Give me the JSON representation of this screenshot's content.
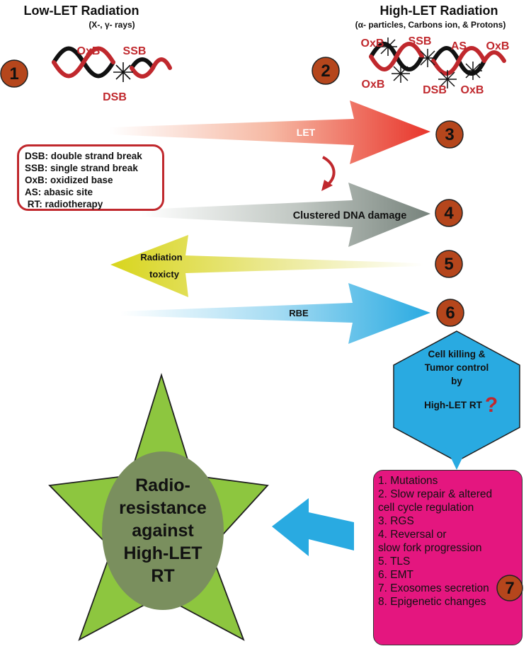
{
  "low_let": {
    "title": "Low-LET Radiation",
    "subtitle": "(X-, γ- rays)",
    "number": "1",
    "damage_labels": [
      "OxB",
      "SSB",
      "DSB"
    ]
  },
  "high_let": {
    "title": "High-LET Radiation",
    "subtitle": "(α- particles, Carbons ion, & Protons)",
    "number": "2",
    "damage_labels": [
      "OxB",
      "SSB",
      "AS",
      "OxB",
      "OxB",
      "DSB",
      "OxB"
    ]
  },
  "arrows": [
    {
      "number": "3",
      "label": "LET",
      "direction": "right",
      "color": "#e8352b"
    },
    {
      "number": "4",
      "label": "Clustered DNA damage",
      "direction": "right",
      "color": "#7f8a84"
    },
    {
      "number": "5",
      "label_line1": "Radiation",
      "label_line2": "toxicty",
      "direction": "left",
      "color": "#d8d51c"
    },
    {
      "number": "6",
      "label": "RBE",
      "direction": "right",
      "color": "#29aae1"
    }
  ],
  "legend": [
    {
      "abbr": "DSB:",
      "text": "double strand break"
    },
    {
      "abbr": "SSB:",
      "text": "single strand break"
    },
    {
      "abbr": "OxB:",
      "text": "oxidized base"
    },
    {
      "abbr": "AS:",
      "text": "abasic site"
    },
    {
      "abbr": "RT:",
      "text": "radiotherapy"
    }
  ],
  "hexagon": {
    "lines": [
      "Cell killing &",
      "Tumor control",
      "by",
      "High-LET RT"
    ],
    "question": "?",
    "color": "#29aae1"
  },
  "mechanisms": {
    "number": "7",
    "items": [
      "1. Mutations",
      "2. Slow repair & altered",
      "cell cycle regulation",
      "3. RGS",
      "4. Reversal or",
      "slow fork progression",
      "5. TLS",
      "6. EMT",
      "7. Exosomes secretion",
      "8. Epigenetic changes"
    ],
    "color": "#e4167f"
  },
  "star": {
    "lines": [
      "Radio-",
      "resistance",
      "against",
      "High-LET",
      "RT"
    ],
    "star_color": "#8dc63f",
    "ellipse_color": "#7a8f5e"
  },
  "colors": {
    "accent_red": "#c0282d",
    "number_circle": "#b5461c"
  }
}
